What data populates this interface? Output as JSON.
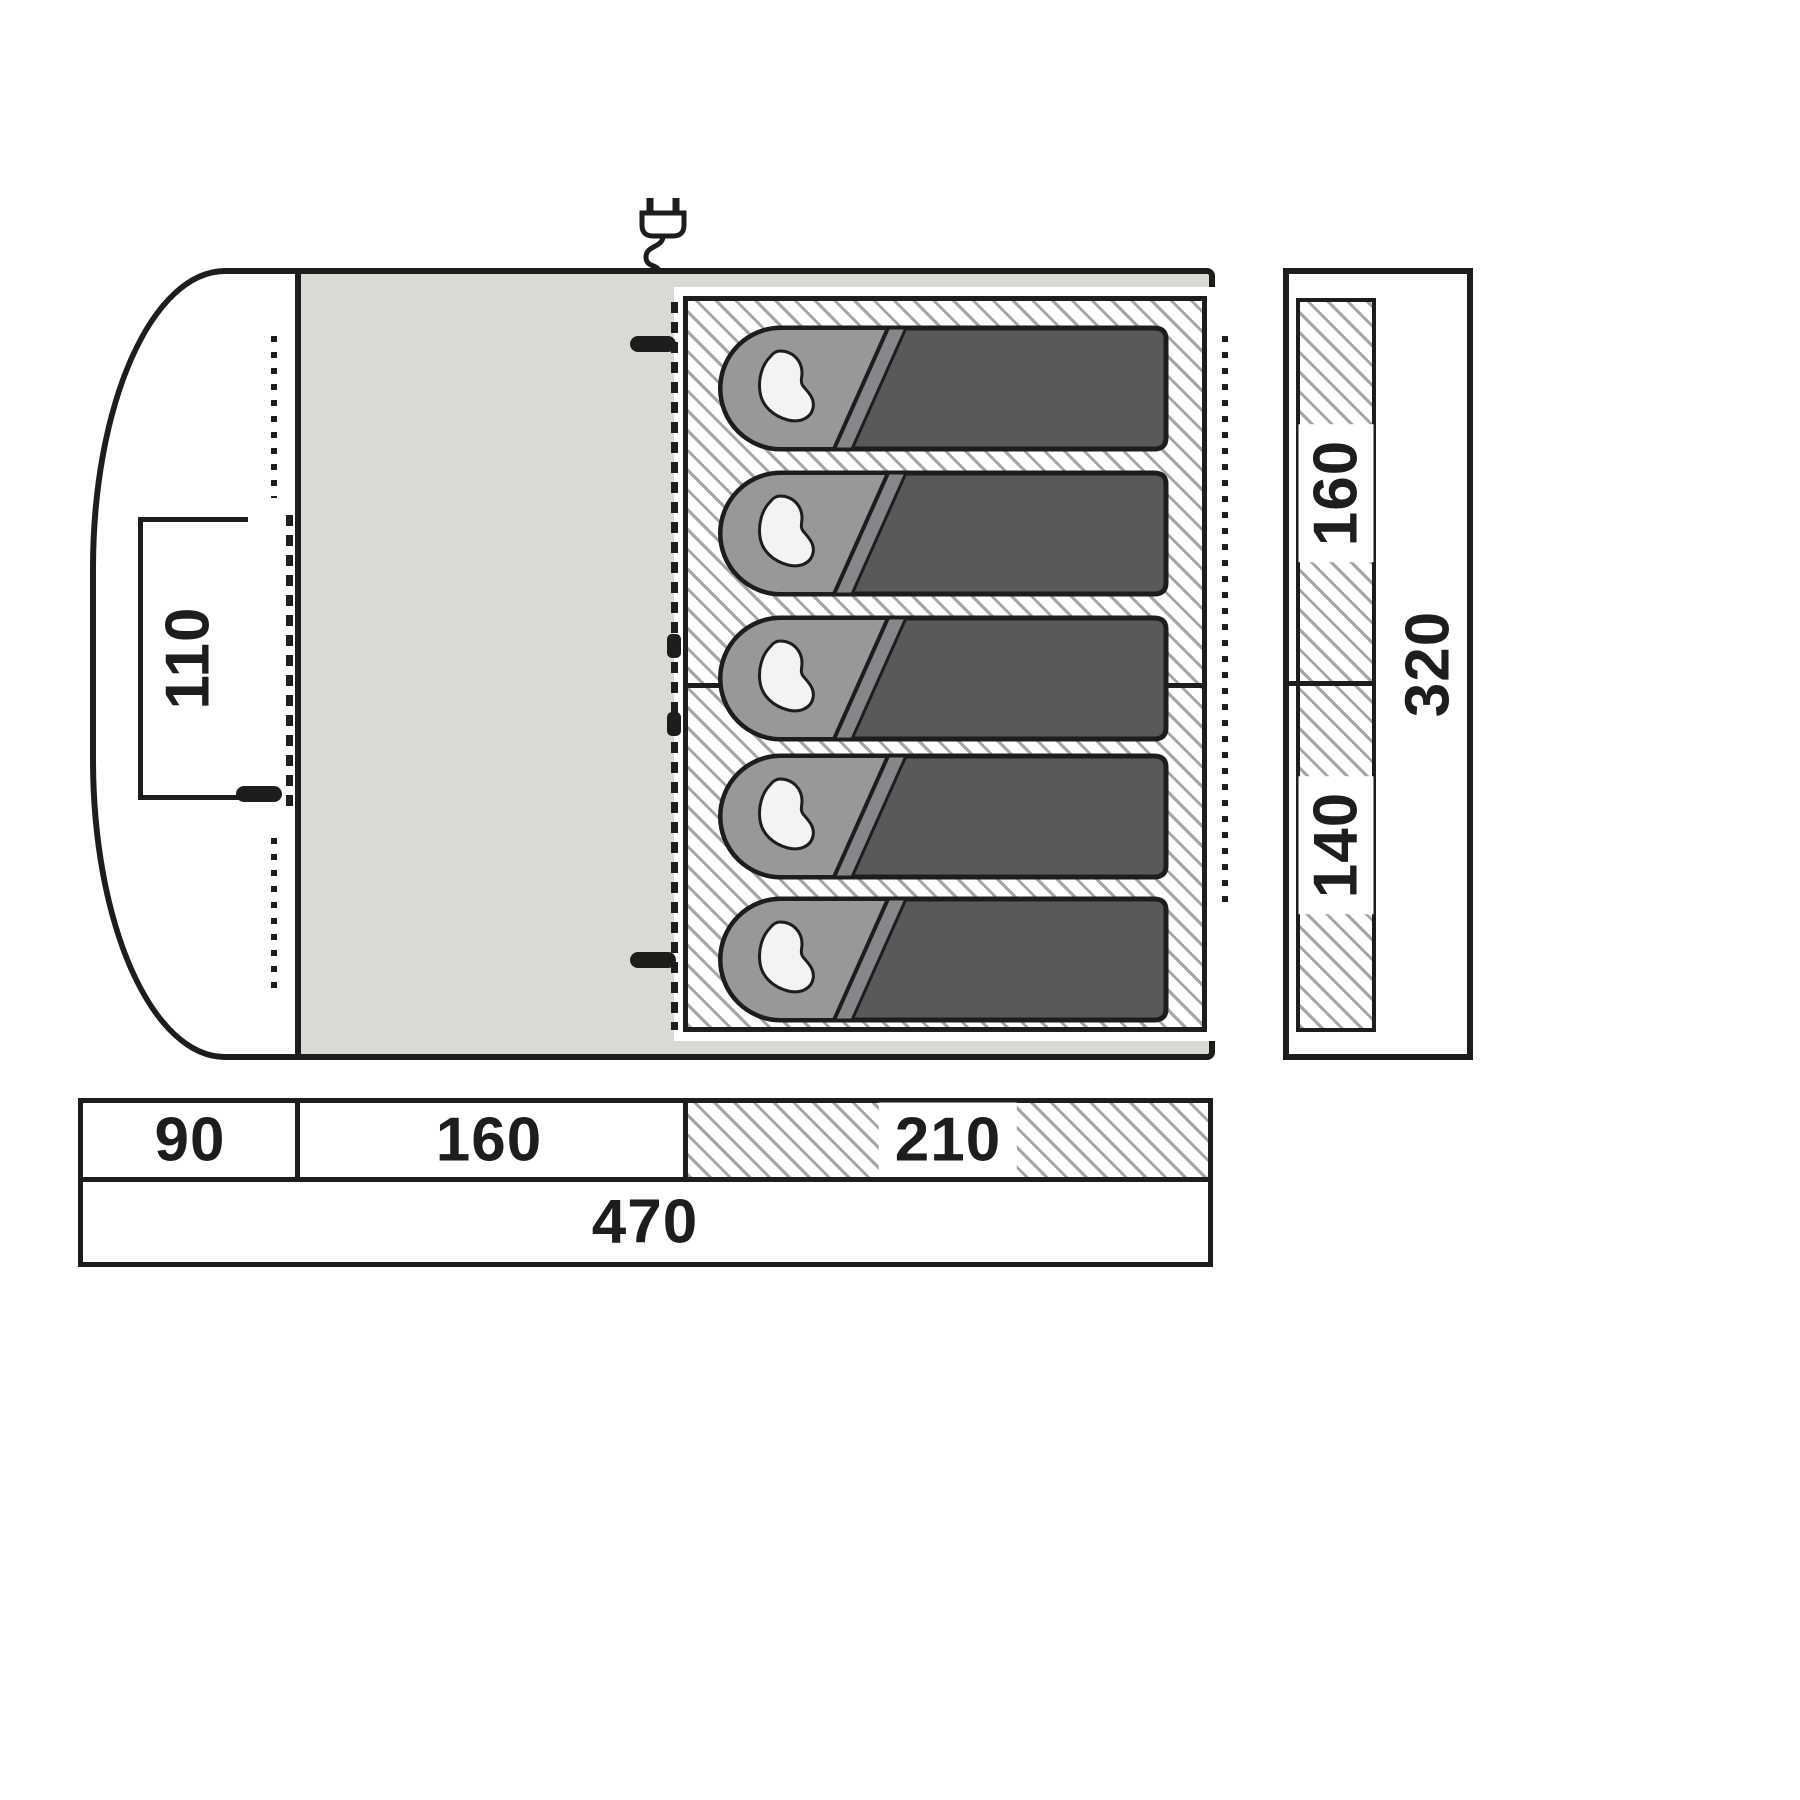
{
  "title": "Tent floorplan diagram",
  "colors": {
    "line": "#1d1d1b",
    "living": "#d9dad6",
    "hatch": "#a6a7a4",
    "bag_body": "#58595b",
    "bag_pillow": "#96989a",
    "fold_band": "#85878a",
    "person_fill": "#f4f3f1",
    "white": "#ffffff"
  },
  "labels": {
    "inner_width": "110",
    "porch_depth": "90",
    "living_depth": "160",
    "bedroom_depth": "210",
    "total_length": "470",
    "bedroom_top_width": "160",
    "bedroom_bottom_width": "140",
    "total_width": "320"
  },
  "icons": {
    "power": "power-plug-icon",
    "zipper_toggle": "zipper-toggle-icon",
    "person": "person-silhouette-icon"
  },
  "sleeping_bags": {
    "count": 5
  }
}
